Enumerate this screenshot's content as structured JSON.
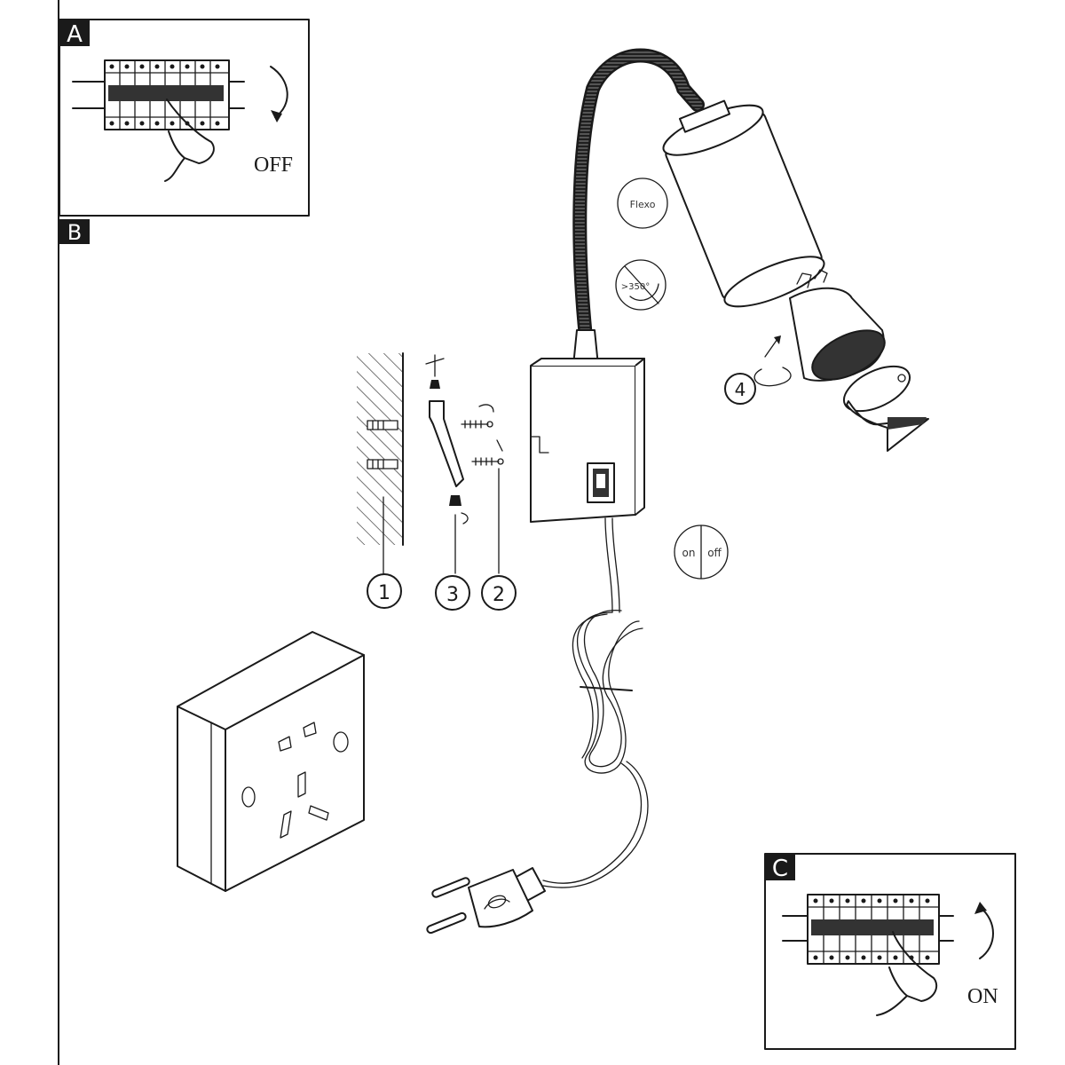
{
  "panels": {
    "a": {
      "badge": "A",
      "action": "OFF"
    },
    "b": {
      "badge": "B"
    },
    "c": {
      "badge": "C",
      "action": "ON"
    }
  },
  "icons": {
    "flexo": "Flexo",
    "rotation": ">350°",
    "switch_on": "on",
    "switch_off": "off"
  },
  "callouts": [
    "1",
    "2",
    "3",
    "4"
  ],
  "colors": {
    "ink": "#1a1a1a",
    "badge_bg": "#1a1a1a",
    "badge_fg": "#ffffff"
  }
}
